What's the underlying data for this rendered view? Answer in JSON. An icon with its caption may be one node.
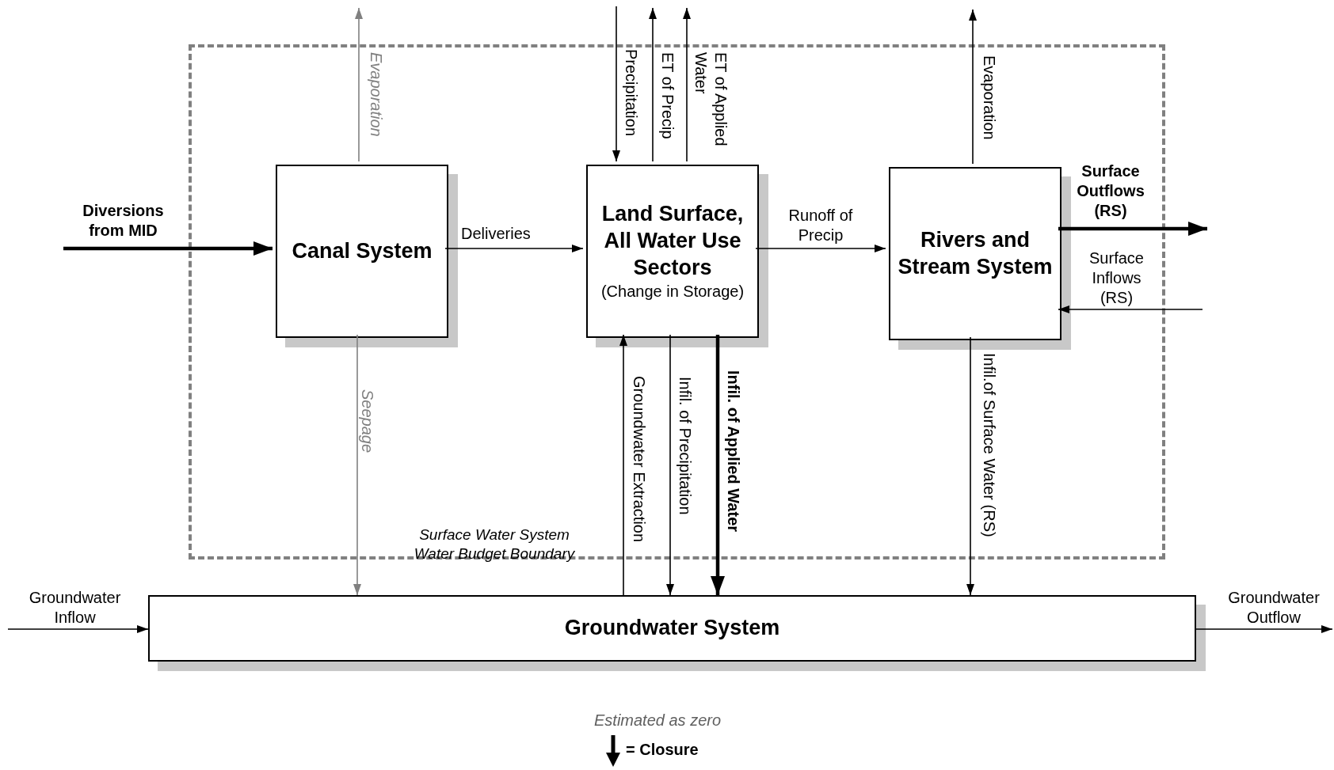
{
  "diagram": {
    "nodes": [
      {
        "text": [
          "Surface Water System Water Budget Boundary"
        ]
      },
      {
        "text": [
          "Canal System"
        ],
        "in": 0
      },
      {
        "text": [
          "Land Surface, All Water Use Sectors",
          "(Change in Storage)"
        ],
        "in": 0
      },
      {
        "text": [
          "Rivers and Stream System"
        ],
        "in": 0
      },
      {
        "text": [
          "Groundwater System"
        ]
      }
    ],
    "edges": [
      {
        "from": null,
        "to": 1,
        "arrow": "to",
        "label": "Diversions from MID",
        "style": "thick"
      },
      {
        "from": 1,
        "to": null,
        "arrow": "to",
        "label": "Evaporation",
        "color": "#808080"
      },
      {
        "from": 1,
        "to": 2,
        "arrow": "to",
        "label": "Deliveries"
      },
      {
        "from": null,
        "to": 2,
        "arrow": "to",
        "label": "Precipitation"
      },
      {
        "from": 2,
        "to": null,
        "arrow": "to",
        "label": "ET of Precip"
      },
      {
        "from": 2,
        "to": null,
        "arrow": "to",
        "label": "ET of Applied Water"
      },
      {
        "from": 2,
        "to": 3,
        "arrow": "to",
        "label": "Runoff of Precip"
      },
      {
        "from": 3,
        "to": null,
        "arrow": "to",
        "label": "Evaporation"
      },
      {
        "from": 3,
        "to": null,
        "arrow": "to",
        "label": "Surface Outflows (RS)",
        "style": "thick"
      },
      {
        "from": null,
        "to": 3,
        "arrow": "to",
        "label": "Surface Inflows (RS)"
      },
      {
        "from": 1,
        "to": 4,
        "arrow": "to",
        "label": "Seepage",
        "color": "#808080"
      },
      {
        "from": 4,
        "to": 2,
        "arrow": "to",
        "label": "Groundwater Extraction"
      },
      {
        "from": 2,
        "to": 4,
        "arrow": "to",
        "label": "Infil. of Precipitation"
      },
      {
        "from": 2,
        "to": 4,
        "arrow": "to",
        "label": "Infil. of Applied Water",
        "style": "thick"
      },
      {
        "from": 3,
        "to": 4,
        "arrow": "to",
        "label": "Infil.of Surface Water (RS)"
      },
      {
        "from": null,
        "to": 4,
        "arrow": "to",
        "label": "Groundwater Inflow"
      },
      {
        "from": 4,
        "to": null,
        "arrow": "to",
        "label": "Groundwater Outflow"
      }
    ],
    "legend": [
      {
        "text": "Estimated as zero"
      },
      {
        "text": "= Closure"
      }
    ]
  }
}
